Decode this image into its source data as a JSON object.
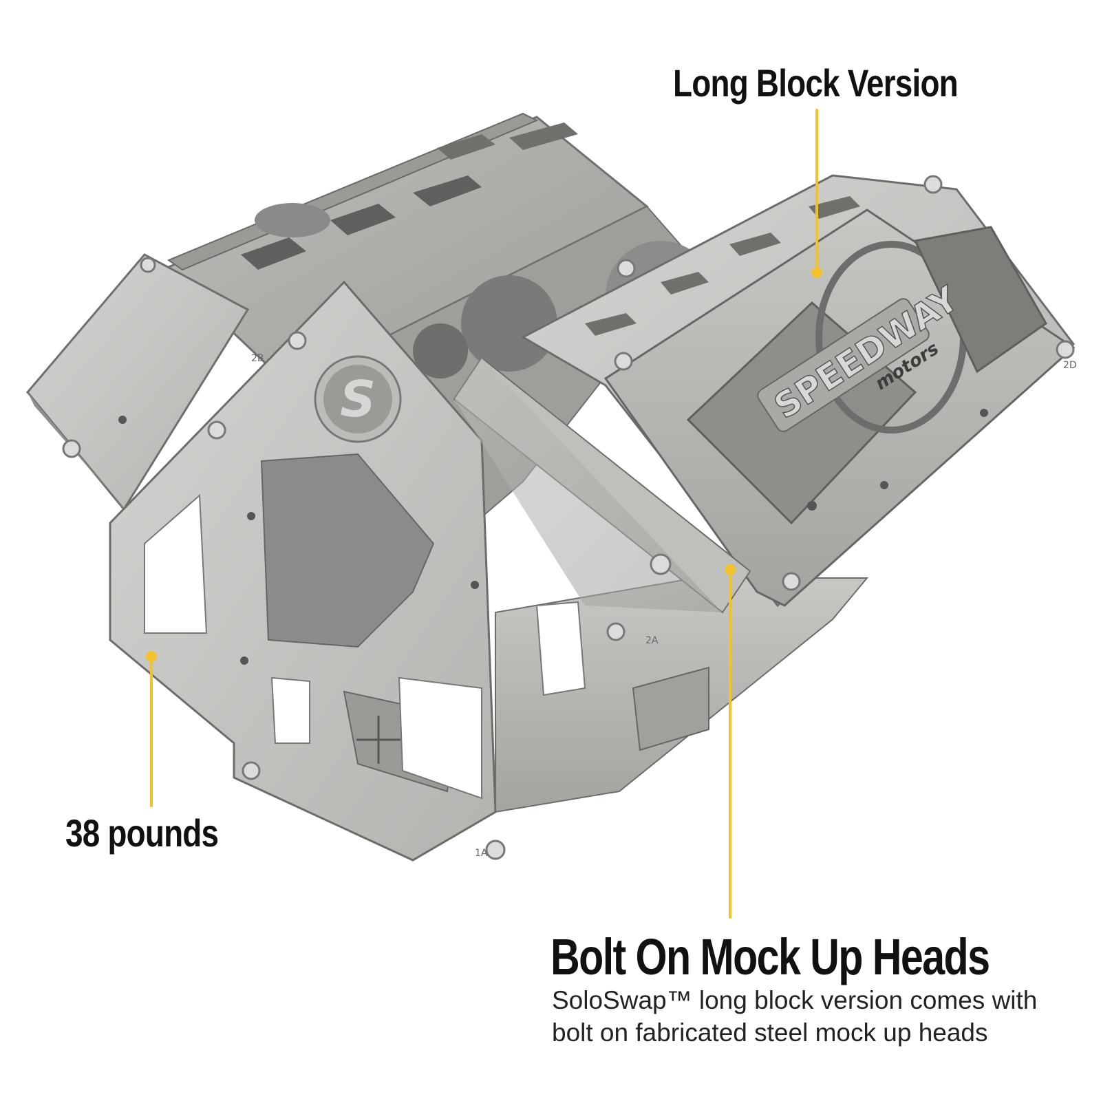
{
  "callouts": {
    "long_block": {
      "label": "Long Block Version"
    },
    "weight": {
      "label": "38 pounds"
    },
    "heads": {
      "title": "Bolt On Mock Up Heads",
      "description_lines": [
        "SoloSwap™ long block version comes with",
        "bolt on fabricated steel mock up heads"
      ]
    }
  },
  "product": {
    "logo_text": "SPEEDWAY",
    "logo_subtext": "motors",
    "badge_letter": "S",
    "stamps": [
      "2B",
      "2A",
      "1A",
      "2D"
    ]
  },
  "colors": {
    "accent": "#F2C12E",
    "text": "#111111",
    "steel_light": "#c9c9c7",
    "steel_mid": "#a9a9a6",
    "steel_dark": "#7d7d7a",
    "background": "#ffffff"
  },
  "icons": {
    "callout_marker": "yellow-dot-icon",
    "bolt": "hex-bolt-icon"
  }
}
